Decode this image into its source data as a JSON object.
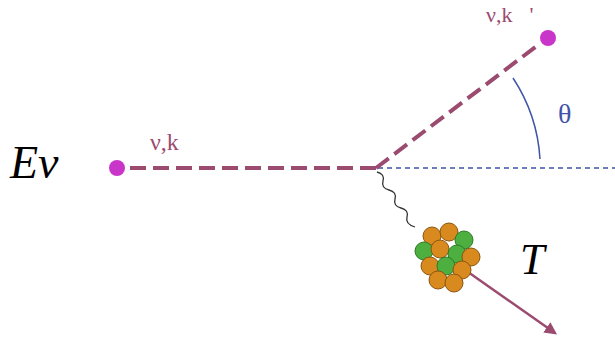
{
  "diagram": {
    "labels": [
      "Eν",
      "ν,k⃗",
      "ν,k⃗'",
      "θ",
      "T"
    ]
  }
}
